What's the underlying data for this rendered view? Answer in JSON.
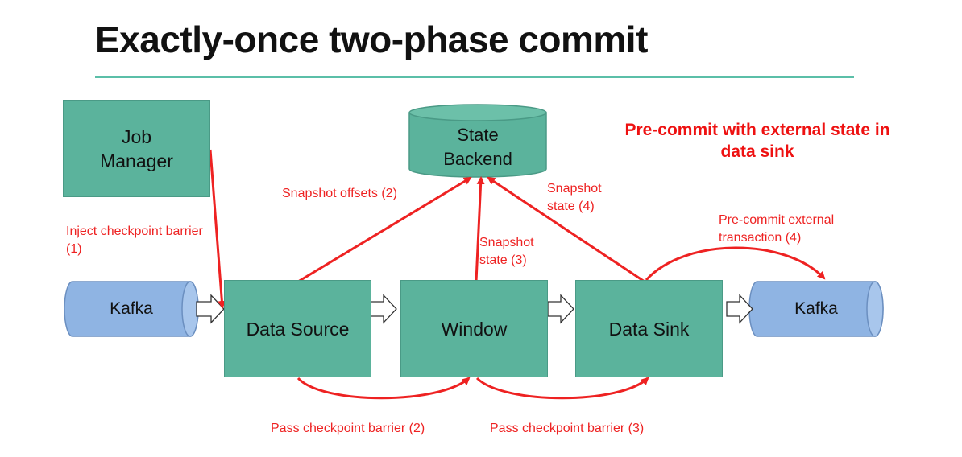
{
  "title": "Exactly-once two-phase commit",
  "nodes": {
    "job_manager": "Job Manager",
    "state_backend": "State Backend",
    "kafka_source": "Kafka",
    "data_source": "Data Source",
    "window": "Window",
    "data_sink": "Data Sink",
    "kafka_sink": "Kafka"
  },
  "headline": "Pre-commit with external state in data sink",
  "labels": {
    "inject_checkpoint": "Inject checkpoint barrier (1)",
    "snapshot_offsets": "Snapshot offsets (2)",
    "snapshot_state_3": "Snapshot state (3)",
    "snapshot_state_4": "Snapshot state (4)",
    "precommit_external": "Pre-commit external transaction (4)",
    "pass_barrier_2": "Pass checkpoint barrier (2)",
    "pass_barrier_3": "Pass checkpoint barrier (3)"
  },
  "colors": {
    "box_fill": "#5bb39c",
    "cylinder_fill": "#8fb4e3",
    "arrow_red": "#ee2222",
    "rule": "#5bbfa8"
  }
}
